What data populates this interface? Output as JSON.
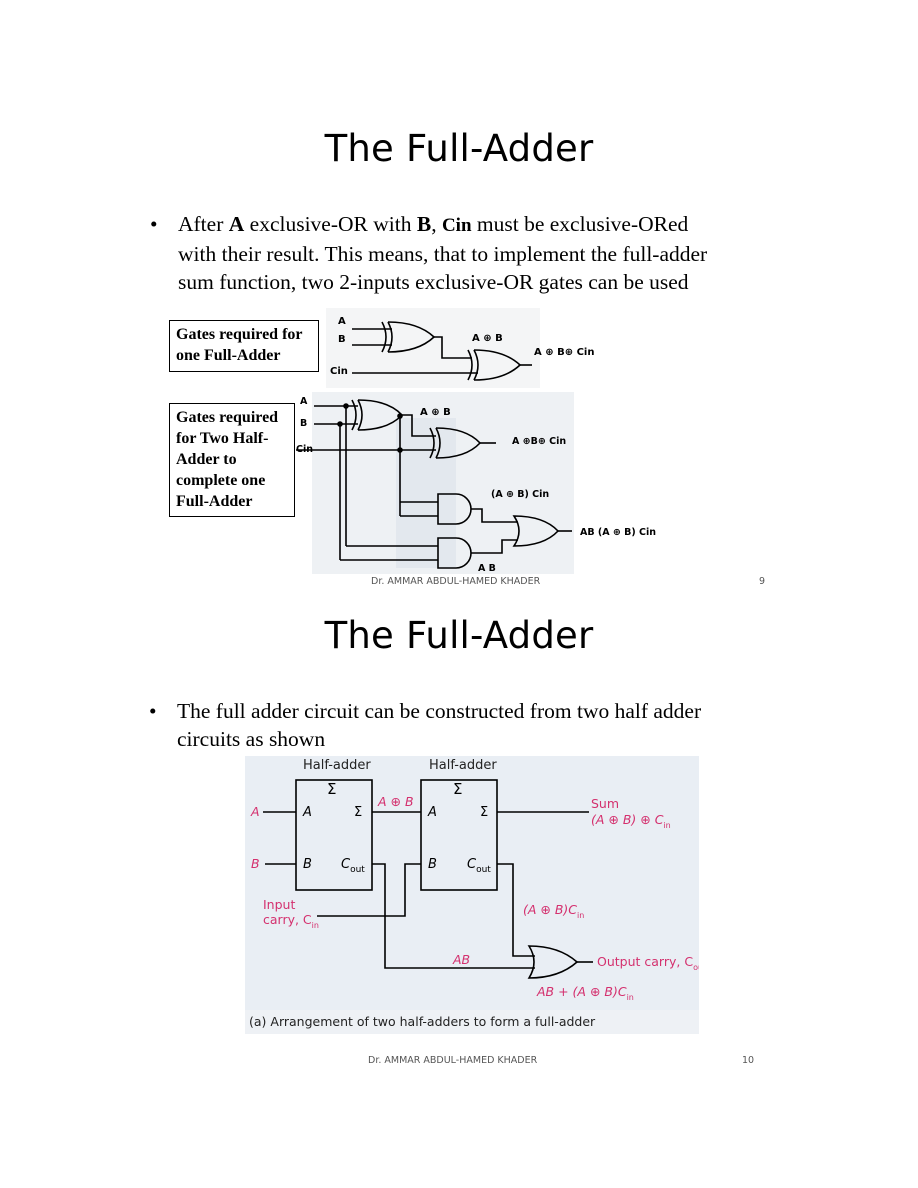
{
  "slide1": {
    "title": "The Full-Adder",
    "bullet_parts": [
      "After ",
      "A",
      " exclusive-OR with ",
      "B",
      ", ",
      "Cin",
      " must be exclusive-ORed"
    ],
    "bullet_line2": "with their result. This means, that to implement the full-adder",
    "bullet_line3": "sum function, two 2-inputs exclusive-OR gates can be used",
    "box1_lines": [
      "Gates required for",
      "one Full-Adder"
    ],
    "box2_lines": [
      "Gates required",
      "for Two Half-",
      "Adder to",
      "complete one",
      "Full-Adder"
    ],
    "diagram1": {
      "a": "A",
      "b": "B",
      "cin": "Cin",
      "axb": "A ⊕ B",
      "sum": "A ⊕ B⊕ Cin"
    },
    "diagram2": {
      "a": "A",
      "b": "B",
      "cin": "Cin",
      "axb": "A ⊕ B",
      "sum": "A ⊕B⊕ Cin",
      "and1": "(A ⊕ B) Cin",
      "or_out": "AB (A ⊕ B) Cin",
      "and2": "A B"
    },
    "footer_author": "Dr. AMMAR ABDUL-HAMED KHADER",
    "page_number": "9"
  },
  "slide2": {
    "title": "The Full-Adder",
    "bullet_line1": "The full adder circuit can be constructed from two half adder",
    "bullet_line2": "circuits as shown",
    "figure": {
      "ha1_label": "Half-adder",
      "ha2_label": "Half-adder",
      "sigma": "Σ",
      "pin_a": "A",
      "pin_b": "B",
      "pin_cout": "C",
      "cout_sub": "out",
      "input_a": "A",
      "input_b": "B",
      "axb": "A ⊕ B",
      "input_carry_l1": "Input",
      "input_carry_l2": "carry, C",
      "cin_sub": "in",
      "sum_l1": "Sum",
      "sum_l2": "(A ⊕ B) ⊕ C",
      "axb_cin": "(A ⊕ B)C",
      "ab": "AB",
      "output_carry": "Output carry, C",
      "out_expr": "AB + (A ⊕ B)C",
      "caption": "(a)  Arrangement of two half-adders to form a full-adder"
    },
    "footer_author": "Dr. AMMAR ABDUL-HAMED KHADER",
    "page_number": "10"
  }
}
